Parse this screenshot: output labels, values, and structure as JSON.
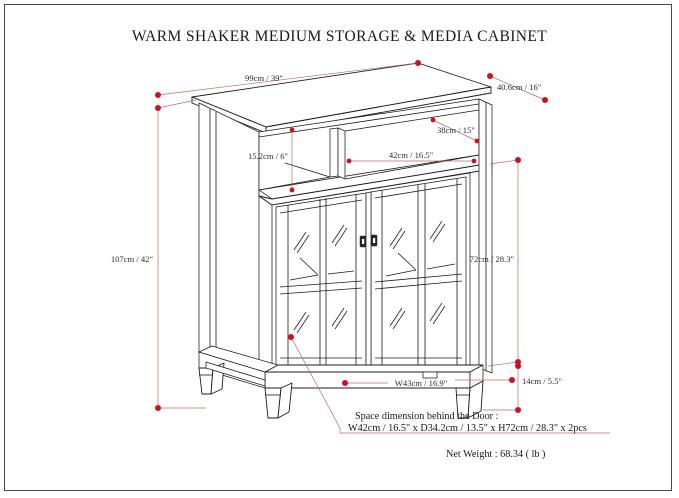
{
  "title": "WARM SHAKER MEDIUM STORAGE & MEDIA CABINET",
  "dimensions": {
    "top_width": "99cm / 39\"",
    "top_depth": "40.6cm / 16\"",
    "shelf_height_left": "15.2cm / 6\"",
    "shelf_width_right": "42cm / 16.5\"",
    "shelf_depth_right": "38cm / 15\"",
    "overall_height": "107cm / 42\"",
    "door_height": "72cm / 28.3\"",
    "base_height": "14cm / 5.5\"",
    "base_width": "W43cm / 16.9\""
  },
  "notes": {
    "space_line1": "Space dimension behind the Door :",
    "space_line2": "W42cm / 16.5\" x D34.2cm / 13.5\" x H72cm / 28.3\" x 2pcs",
    "net_weight": "Net Weight : 68.34 ( lb )"
  },
  "colors": {
    "dimension_line": "#b86b6b",
    "dimension_dot": "#cc1122",
    "outline": "#1c1c1c",
    "border": "#4a4a4a",
    "text": "#1a1a1a"
  }
}
